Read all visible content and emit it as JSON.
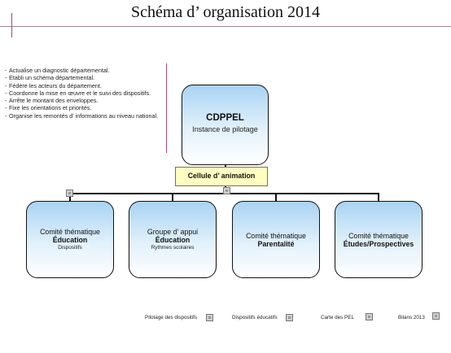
{
  "title": "Schéma d’ organisation 2014",
  "bullets": [
    "Actualise un diagnostic départemental.",
    "Etabli un schéma départemental.",
    "Fédère les acteurs du département.",
    "Coordonne la mise en œuvre et le suivi des dispositifs.",
    "Arrête le montant des enveloppes.",
    "Fixe les orientations et priorités.",
    "Organise les remontés d’ informations au niveau national."
  ],
  "main": {
    "name": "CDPPEL",
    "subtitle": "Instance de pilotage"
  },
  "cellule": "Cellule d’ animation",
  "children": [
    {
      "line1": "Comité thématique",
      "line2": "Éducation",
      "line3": "Dispositifs"
    },
    {
      "line1": "Groupe d’ appui",
      "line2": "Éducation",
      "line3": "Rythmes scolaires"
    },
    {
      "line1": "Comité thématique",
      "line2": "Parentalité",
      "line3": ""
    },
    {
      "line1": "Comité thématique",
      "line2": "Études/Prospectives",
      "line3": ""
    }
  ],
  "footer": {
    "links": [
      "Pilotage des dispositifs",
      "Dispositifs éducatifs",
      "Carte des PEL",
      "Bilans 2013"
    ]
  }
}
